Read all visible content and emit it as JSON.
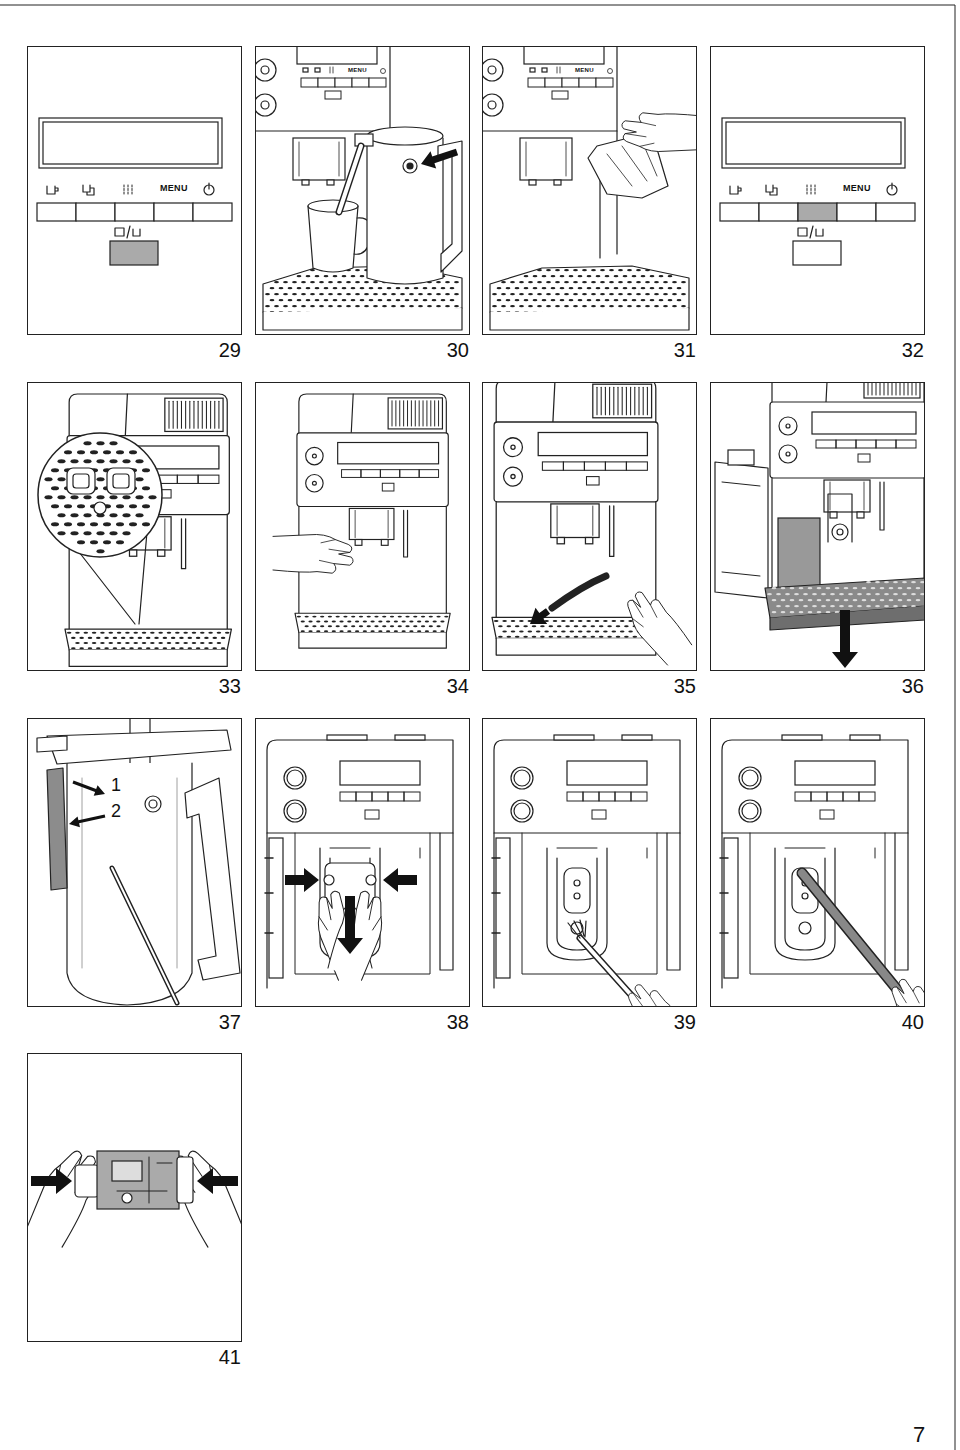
{
  "diagram": {
    "nodes": [
      {
        "text": [
          "MENU",
          "29"
        ]
      },
      {
        "text": [
          "MENU",
          "30"
        ]
      },
      {
        "text": [
          "MENU",
          "31"
        ]
      },
      {
        "text": [
          "MENU",
          "32"
        ]
      },
      {
        "text": [
          "33"
        ]
      },
      {
        "text": [
          "34"
        ]
      },
      {
        "text": [
          "35"
        ]
      },
      {
        "text": [
          "36"
        ]
      },
      {
        "text": [
          "1",
          "2",
          "37"
        ]
      },
      {
        "text": [
          "38"
        ]
      },
      {
        "text": [
          "39"
        ]
      },
      {
        "text": [
          "40"
        ]
      },
      {
        "text": [
          "41"
        ]
      }
    ],
    "labels": [
      "7"
    ]
  }
}
